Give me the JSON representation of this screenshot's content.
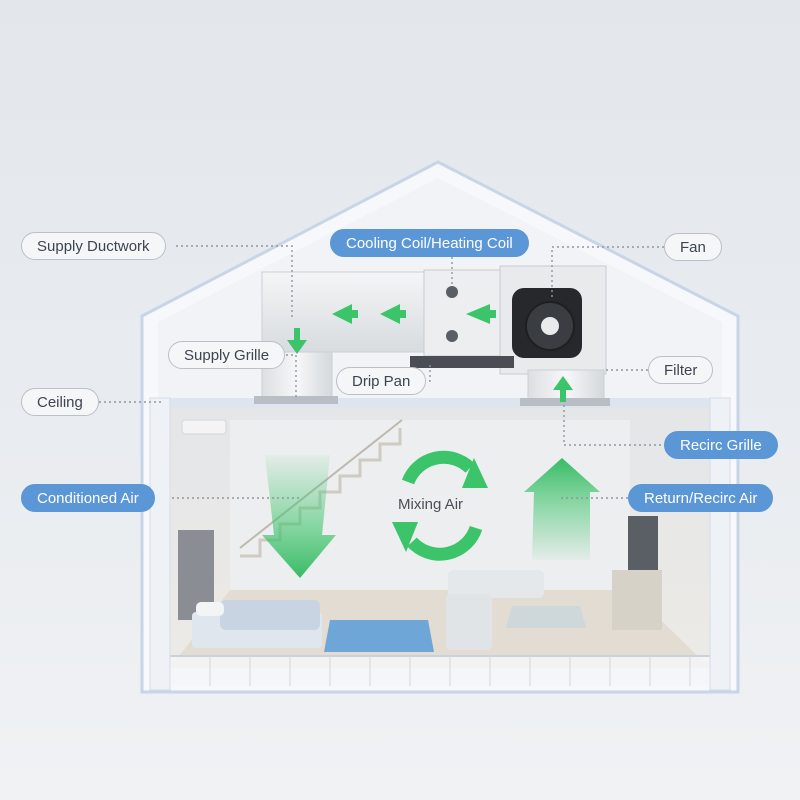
{
  "labels": {
    "supply_ductwork": "Supply Ductwork",
    "cooling_coil": "Cooling Coil/Heating Coil",
    "fan": "Fan",
    "supply_grille": "Supply Grille",
    "drip_pan": "Drip Pan",
    "filter": "Filter",
    "ceiling": "Ceiling",
    "recirc_grille": "Recirc  Grille",
    "conditioned_air": "Conditioned Air",
    "return_air": "Return/Recirc Air",
    "mixing_air": "Mixing Air"
  },
  "colors": {
    "highlight_label": "#5b96d6",
    "airflow_arrow": "#3cc46a"
  }
}
